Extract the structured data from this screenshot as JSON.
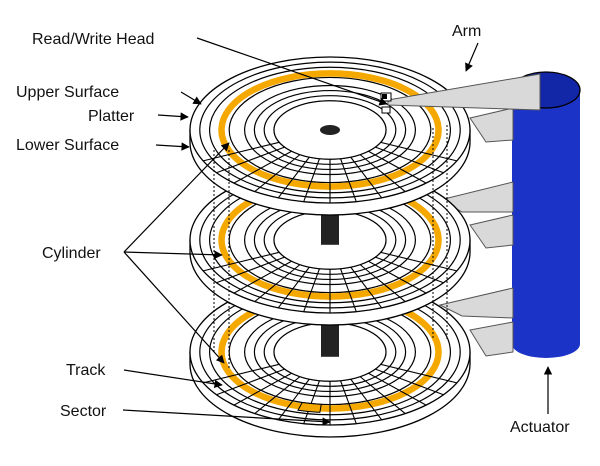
{
  "labels": {
    "read_write_head": "Read/Write Head",
    "arm": "Arm",
    "upper_surface": "Upper Surface",
    "platter": "Platter",
    "lower_surface": "Lower Surface",
    "cylinder": "Cylinder",
    "track": "Track",
    "sector": "Sector",
    "actuator": "Actuator"
  },
  "colors": {
    "track": "#f5a800",
    "actuator": "#1c33c8",
    "actuator_top": "#1226a8",
    "arm": "#d9d9d9",
    "spindle": "#222222",
    "line": "#000000"
  },
  "platter_count": 3
}
